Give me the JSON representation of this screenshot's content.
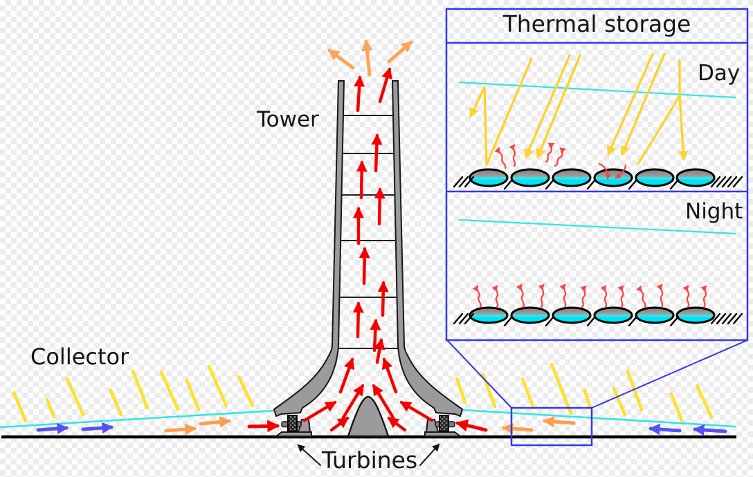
{
  "diagram": {
    "labels": {
      "tower": "Tower",
      "collector": "Collector",
      "turbines": "Turbines"
    },
    "inset": {
      "title": "Thermal storage",
      "day_label": "Day",
      "night_label": "Night"
    },
    "colors": {
      "hot_air_arrow": "#f40000",
      "exhaust_air_arrow": "#faa55b",
      "warm_air_arrow": "#fb9f4e",
      "cool_air_arrow": "#5352f5",
      "sun_ray": "#ffe02e",
      "inset_sun_ray": "#fcd32f",
      "glass_canopy": "#30e6e6",
      "storage_water": "#00e4f4",
      "structure_gray": "#9b9b9b",
      "inset_border": "#3535f2",
      "heat_squiggle": "#fa4646",
      "ground": "#000000",
      "annotation": "#151515"
    }
  }
}
